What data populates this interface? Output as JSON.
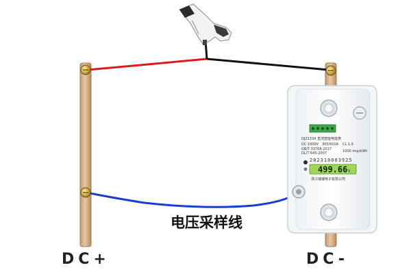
{
  "labels": {
    "dc_plus": "DC+",
    "dc_minus": "DC-",
    "sampling_wire": "电压采样线"
  },
  "meter": {
    "model": "DJZ1334 直流智能电能表",
    "rating_left": "DC 1000V",
    "rating_mid": "300/600A",
    "rating_class": "CL 1.0",
    "std_1": "GB/T 33708-2017",
    "std_2": "DL/T 645-2007",
    "constant": "1000 imp/kWh",
    "serial": "202310003925",
    "reading": "499.66",
    "reading_unit": "V",
    "manufacturer": "浙江瑞瑞电子有限公司"
  },
  "colors": {
    "positive_wire": "#e0181c",
    "negative_wire": "#111111",
    "sample_wire": "#1a3ad6",
    "busbar": "#d6b48e",
    "lcd": "#9fd65a"
  }
}
